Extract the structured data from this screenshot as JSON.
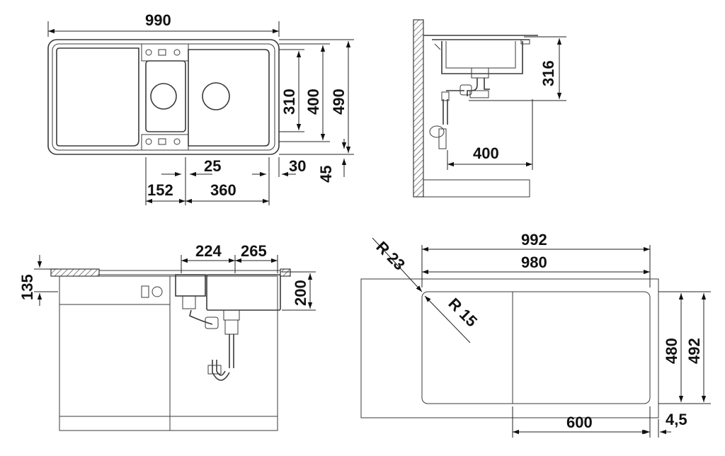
{
  "dimensions": {
    "top_view": {
      "overall_width": "990",
      "bowl_height": "310",
      "cutout_height": "400",
      "overall_depth": "490",
      "gap_small": "25",
      "edge": "30",
      "back_edge": "45",
      "small_bowl_width": "152",
      "main_bowl_width": "360"
    },
    "side_view": {
      "bowl_depth": "316",
      "drain_offset": "400"
    },
    "front_view": {
      "worktop_thickness": "135",
      "small_bowl_span": "224",
      "main_bowl_span": "265",
      "main_bowl_depth": "200"
    },
    "cutout_view": {
      "outer_width": "992",
      "inner_width": "980",
      "outer_radius": "R 23",
      "inner_radius": "R 15",
      "inner_depth": "480",
      "outer_depth": "492",
      "bowl_offset": "600",
      "edge_gap": "4,5"
    }
  }
}
